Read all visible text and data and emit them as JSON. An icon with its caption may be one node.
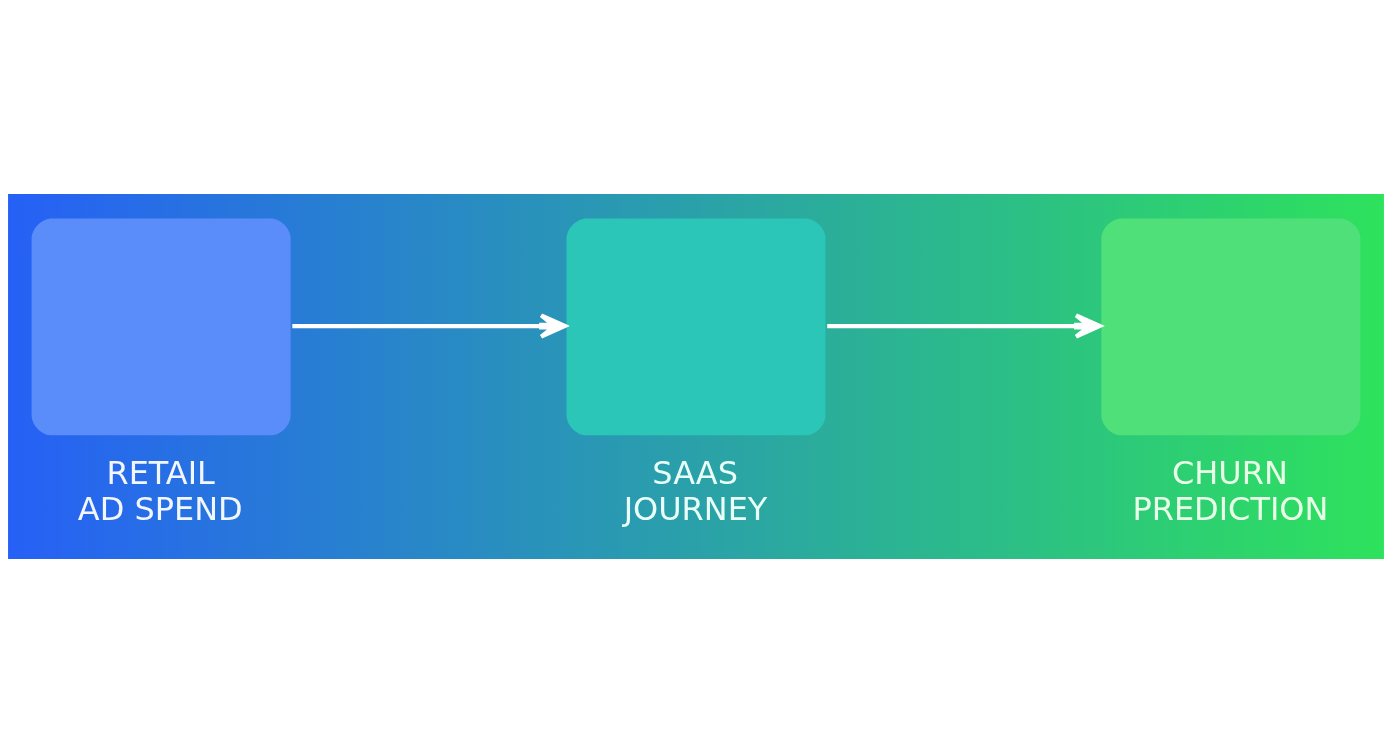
{
  "diagram": {
    "nodes": [
      {
        "text": [
          "RETAIL AD SPEND"
        ]
      },
      {
        "text": [
          "SAAS JOURNEY"
        ]
      },
      {
        "text": [
          "CHURN PREDICTION"
        ]
      }
    ],
    "edges": [
      {
        "from": 0,
        "to": 1,
        "arrow": "to"
      },
      {
        "from": 1,
        "to": 2,
        "arrow": "to"
      }
    ]
  }
}
